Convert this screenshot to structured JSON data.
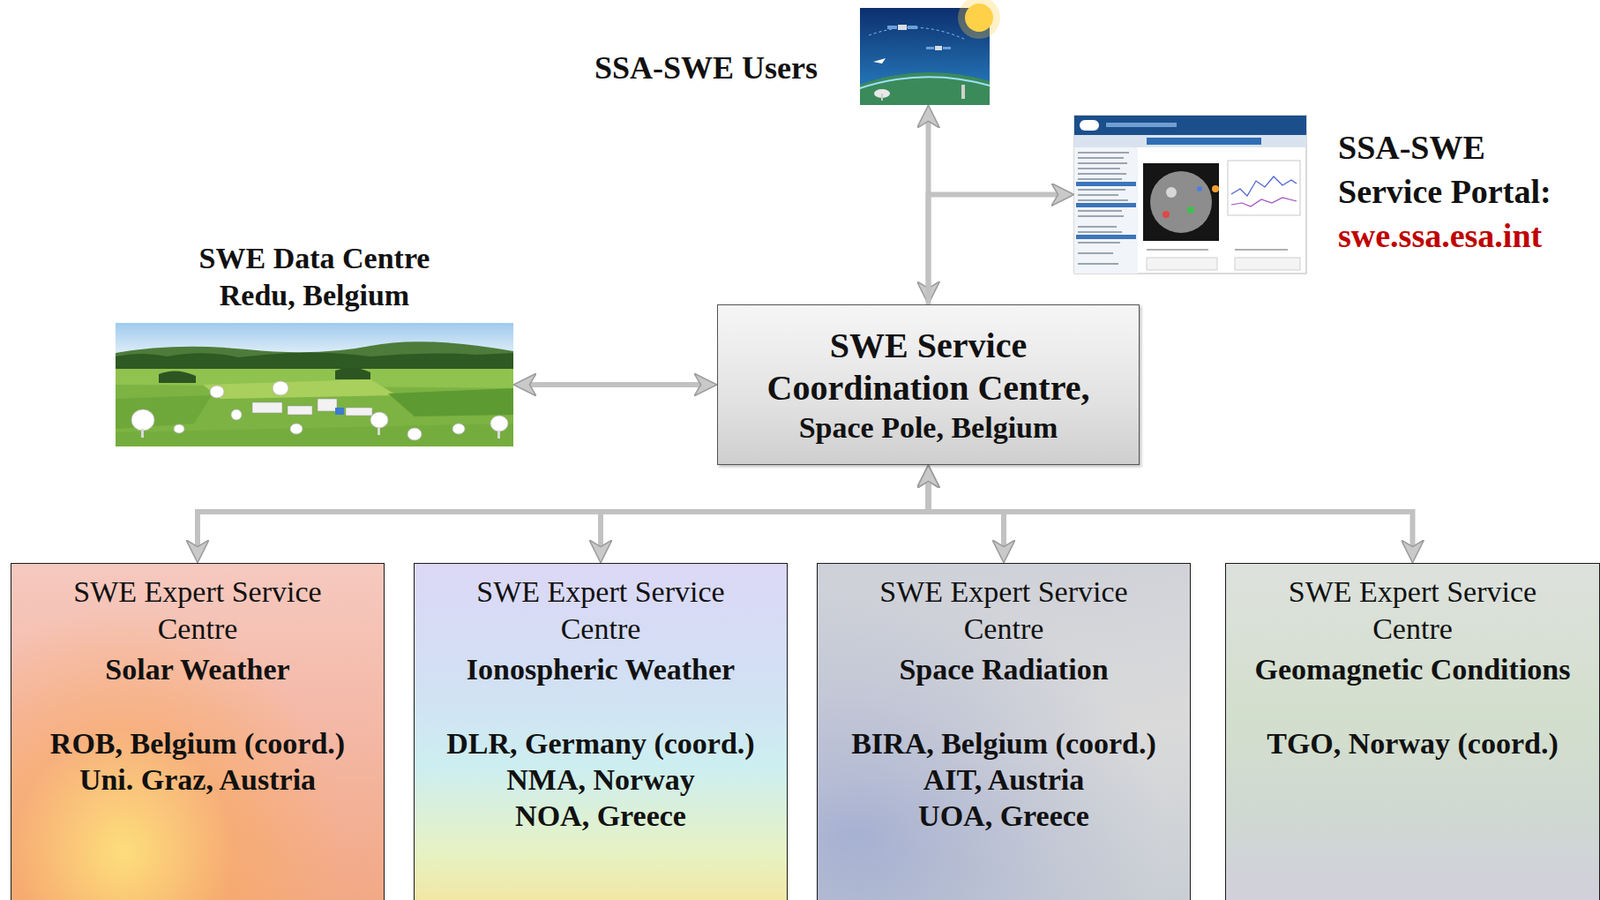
{
  "diagram": {
    "nodes": [
      {
        "text": [
          "SSA-SWE Users"
        ]
      },
      {
        "text": [
          "SSA-SWE Service Portal:",
          "swe.ssa.esa.int"
        ]
      },
      {
        "text": [
          "SWE Data Centre Redu, Belgium"
        ]
      },
      {
        "text": [
          "SWE Service Coordination Centre,",
          "Space Pole, Belgium"
        ]
      },
      {
        "text": [
          "SWE Expert Service Centre",
          "Solar Weather",
          "ROB, Belgium (coord.)",
          "Uni. Graz, Austria"
        ]
      },
      {
        "text": [
          "SWE Expert Service Centre",
          "Ionospheric Weather",
          "DLR, Germany (coord.)",
          "NMA, Norway",
          "NOA, Greece"
        ]
      },
      {
        "text": [
          "SWE Expert Service Centre",
          "Space Radiation",
          "BIRA, Belgium (coord.)",
          "AIT, Austria",
          "UOA, Greece"
        ]
      },
      {
        "text": [
          "SWE Expert Service Centre",
          "Geomagnetic Conditions",
          "TGO, Norway (coord.)"
        ]
      }
    ],
    "edges": [
      {
        "from": 3,
        "to": 0,
        "arrow": "both"
      },
      {
        "from": 3,
        "to": 1,
        "arrow": "to"
      },
      {
        "from": 2,
        "to": 3,
        "arrow": "both"
      },
      {
        "from": 3,
        "to": 4,
        "arrow": "both"
      },
      {
        "from": 3,
        "to": 5,
        "arrow": "both"
      },
      {
        "from": 3,
        "to": 6,
        "arrow": "both"
      },
      {
        "from": 3,
        "to": 7,
        "arrow": "both"
      }
    ]
  }
}
